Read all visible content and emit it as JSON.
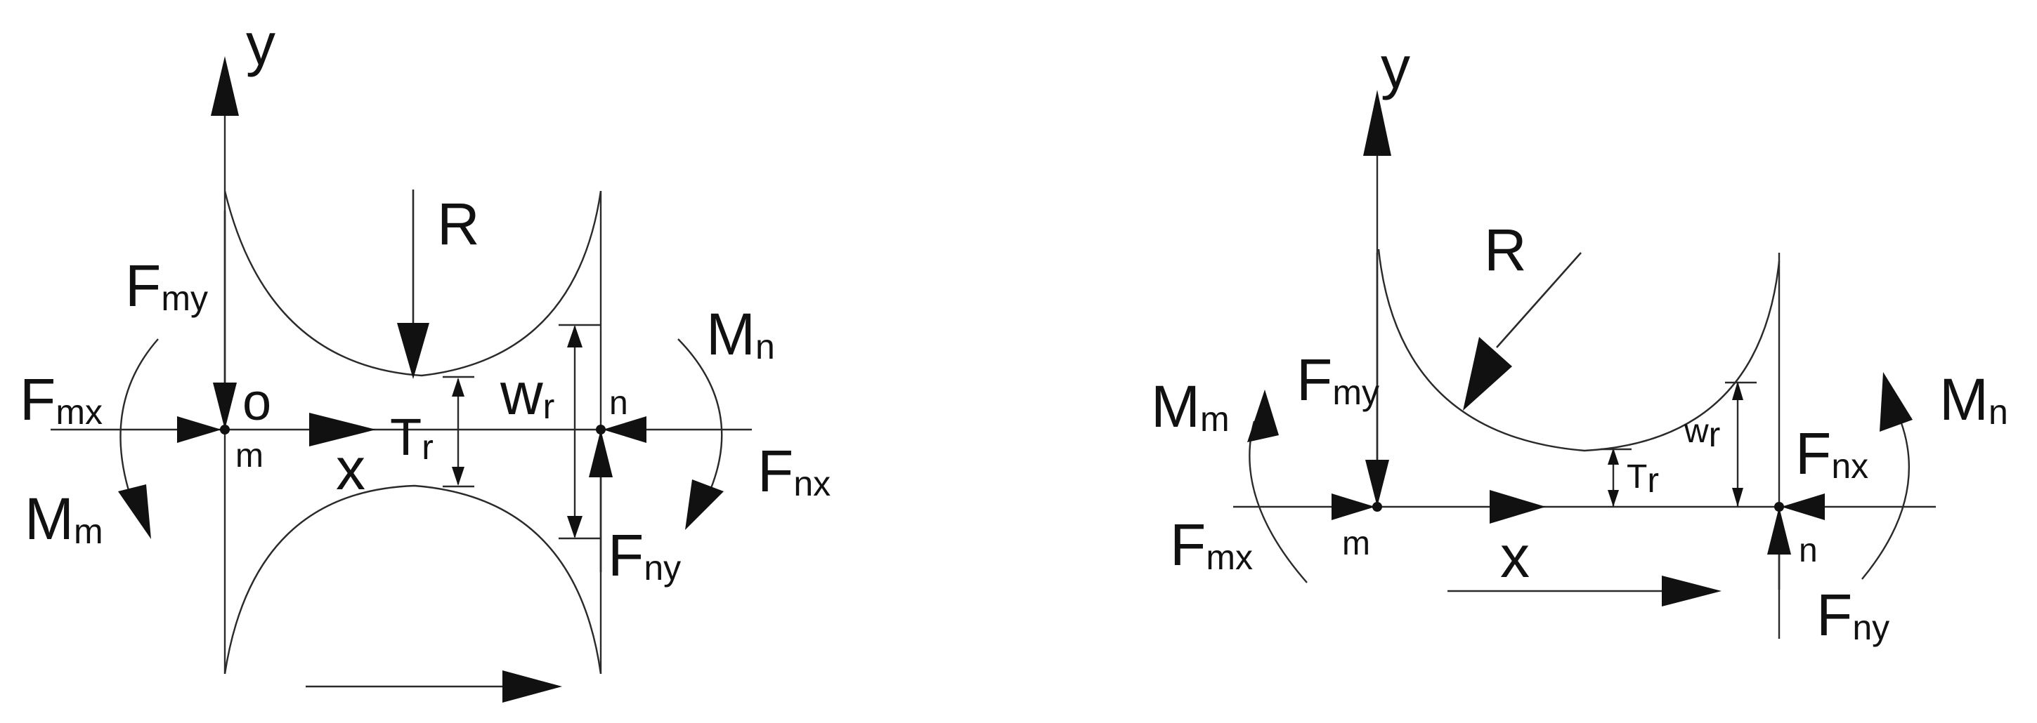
{
  "left": {
    "y": "y",
    "x": "x",
    "o": "o",
    "m": "m",
    "n": "n",
    "R": "R",
    "Fmy": {
      "base": "F",
      "sub": "my"
    },
    "Fmx": {
      "base": "F",
      "sub": "mx"
    },
    "Mm": {
      "base": "M",
      "sub": "m"
    },
    "Mn": {
      "base": "M",
      "sub": "n"
    },
    "Fnx": {
      "base": "F",
      "sub": "nx"
    },
    "Fny": {
      "base": "F",
      "sub": "ny"
    },
    "Tr": {
      "base": "T",
      "sub": "r"
    },
    "wr": {
      "base": "w",
      "sub": "r"
    }
  },
  "right": {
    "y": "y",
    "x": "x",
    "m": "m",
    "n": "n",
    "R": "R",
    "Fmy": {
      "base": "F",
      "sub": "my"
    },
    "Fmx": {
      "base": "F",
      "sub": "mx"
    },
    "Mm": {
      "base": "M",
      "sub": "m"
    },
    "Mn": {
      "base": "M",
      "sub": "n"
    },
    "Fnx": {
      "base": "F",
      "sub": "nx"
    },
    "Fny": {
      "base": "F",
      "sub": "ny"
    },
    "Tr": {
      "base": "T",
      "sub": "r"
    },
    "wr": {
      "base": "w",
      "sub": "r"
    }
  }
}
